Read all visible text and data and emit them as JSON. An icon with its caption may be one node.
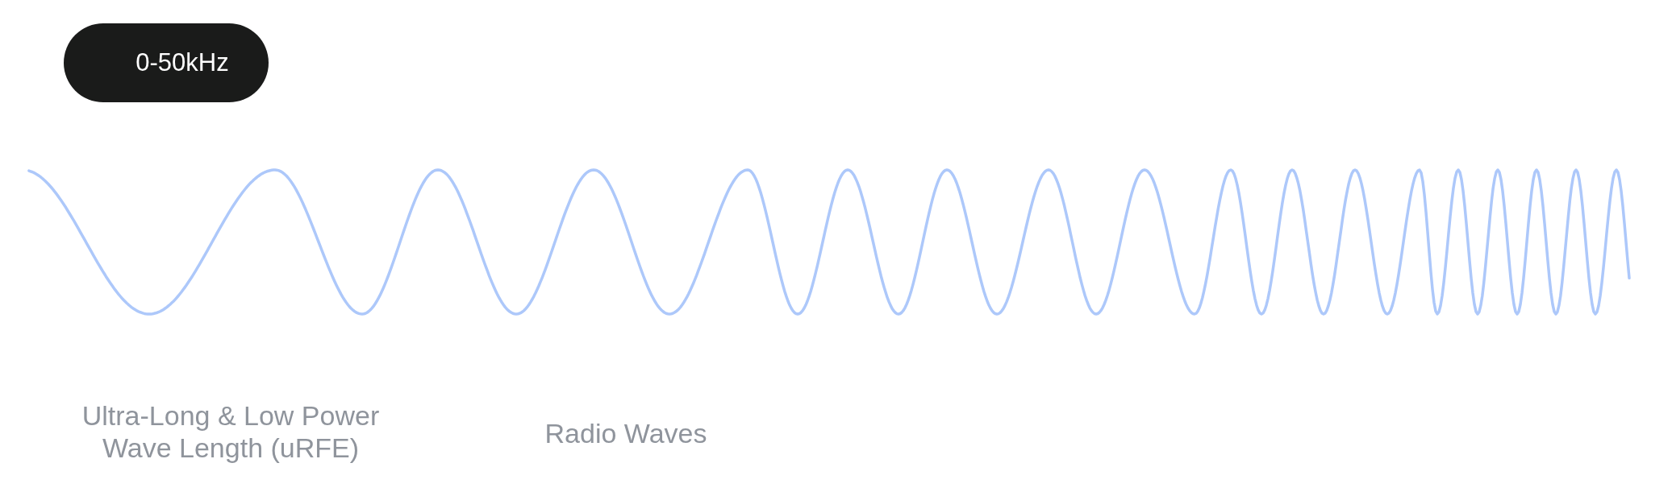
{
  "diagram": {
    "nodes": [
      {
        "text": [
          "0-50kHz"
        ]
      }
    ],
    "labels": [
      "Ultra-Long & Low Power Wave Length (uRFE)",
      "Radio Waves"
    ]
  }
}
